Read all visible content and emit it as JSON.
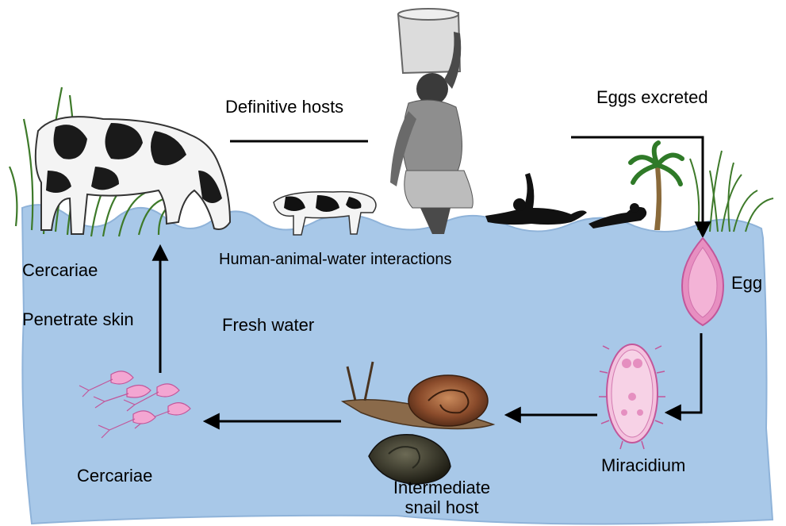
{
  "diagram": {
    "labels": {
      "definitive_hosts": "Definitive hosts",
      "eggs_excreted": "Eggs excreted",
      "interactions": "Human-animal-water interactions",
      "cercariae_top": "Cercariae",
      "penetrate_skin": "Penetrate skin",
      "fresh_water": "Fresh water",
      "egg": "Egg",
      "miracidium": "Miracidium",
      "cercariae_bottom": "Cercariae",
      "intermediate_line1": "Intermediate",
      "intermediate_line2": "snail host"
    },
    "colors": {
      "water": "#a7c7e7",
      "water_edge": "#8fb3d9",
      "egg_fill": "#e58fc0",
      "egg_stroke": "#c2569a",
      "parasite_pink": "#f3a6d2",
      "arrow": "#000000"
    },
    "icons": [
      "cow-icon",
      "calf-icon",
      "woman-carrying-bucket-icon",
      "children-swimming-icon",
      "palm-tree-icon",
      "grass-icon",
      "snail-icon",
      "egg-icon",
      "miracidium-icon",
      "cercariae-icon"
    ]
  }
}
